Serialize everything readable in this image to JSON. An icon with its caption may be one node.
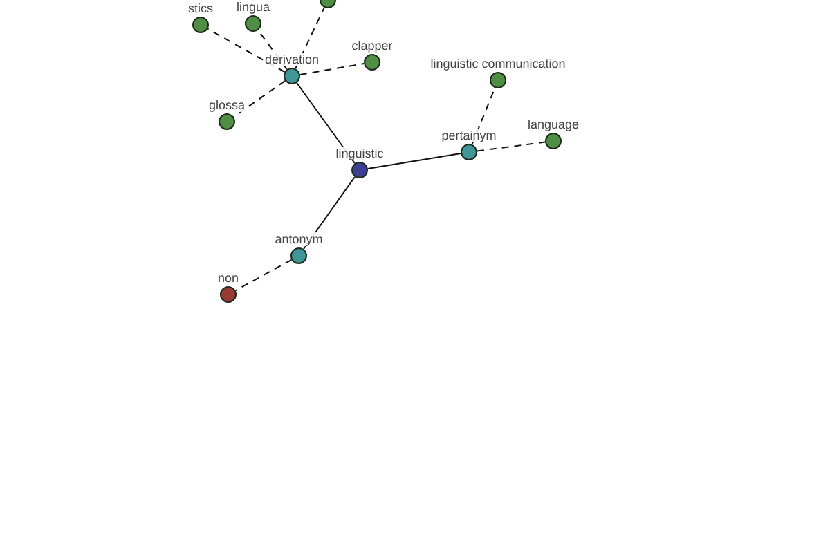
{
  "diagram": {
    "nodes": [
      {
        "text": [
          "stics"
        ]
      },
      {
        "text": [
          "lingua"
        ]
      },
      {
        "text": [],
        "shape": "circle"
      },
      {
        "text": [
          "derivation"
        ]
      },
      {
        "text": [
          "clapper"
        ]
      },
      {
        "text": [
          "glossa"
        ]
      },
      {
        "text": [
          "linguistic communication"
        ]
      },
      {
        "text": [
          "linguistic"
        ]
      },
      {
        "text": [
          "pertainym"
        ]
      },
      {
        "text": [
          "language"
        ]
      },
      {
        "text": [
          "antonym"
        ]
      },
      {
        "text": [
          "non"
        ]
      }
    ],
    "edges": [
      {
        "from": 3,
        "to": 0,
        "arrow": "none",
        "style": "dashed"
      },
      {
        "from": 3,
        "to": 1,
        "arrow": "none",
        "style": "dashed"
      },
      {
        "from": 3,
        "to": 2,
        "arrow": "none",
        "style": "dashed"
      },
      {
        "from": 3,
        "to": 4,
        "arrow": "none",
        "style": "dashed"
      },
      {
        "from": 3,
        "to": 5,
        "arrow": "none",
        "style": "dashed"
      },
      {
        "from": 7,
        "to": 3,
        "arrow": "none"
      },
      {
        "from": 7,
        "to": 8,
        "arrow": "none"
      },
      {
        "from": 8,
        "to": 6,
        "arrow": "none",
        "style": "dashed"
      },
      {
        "from": 8,
        "to": 9,
        "arrow": "none",
        "style": "dashed"
      },
      {
        "from": 7,
        "to": 10,
        "arrow": "none"
      },
      {
        "from": 10,
        "to": 11,
        "arrow": "none",
        "style": "dashed"
      }
    ]
  }
}
